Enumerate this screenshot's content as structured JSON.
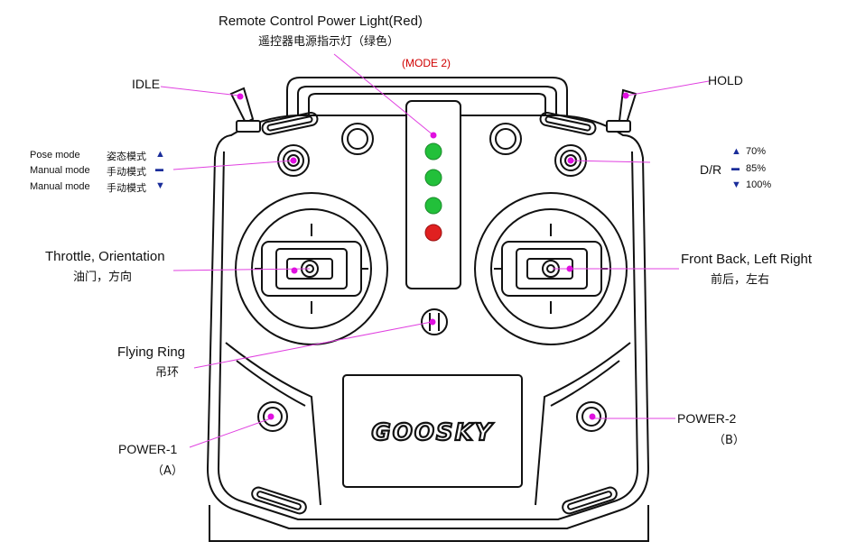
{
  "power_light": {
    "title": "Remote Control Power Light(Red)",
    "subtitle": "遥控器电源指示灯（绿色）",
    "mode": "(MODE 2)"
  },
  "idle": "IDLE",
  "hold": "HOLD",
  "mode_switch": {
    "rows": [
      {
        "en": "Pose mode",
        "zh": "姿态模式",
        "symbol": "▲"
      },
      {
        "en": "Manual mode",
        "zh": "手动模式",
        "symbol": "▬"
      },
      {
        "en": "Manual mode",
        "zh": "手动模式",
        "symbol": "▼"
      }
    ]
  },
  "dr": {
    "label": "D/R",
    "rows": [
      {
        "symbol": "▲",
        "value": "70%"
      },
      {
        "symbol": "▬",
        "value": "85%"
      },
      {
        "symbol": "▼",
        "value": "100%"
      }
    ]
  },
  "left_stick": {
    "en": "Throttle, Orientation",
    "zh": "油门，方向"
  },
  "right_stick": {
    "en": "Front Back, Left Right",
    "zh": "前后，左右"
  },
  "flying_ring": {
    "en": "Flying Ring",
    "zh": "吊环"
  },
  "power1": {
    "label": "POWER-1",
    "sub": "（A）"
  },
  "power2": {
    "label": "POWER-2",
    "sub": "（B）"
  },
  "brand": "GOOSKY",
  "colors": {
    "leader": "#e040e0",
    "marker": "#e010e0",
    "led_green": "#22c03a",
    "led_red": "#e02020",
    "outline": "#111111",
    "mode_red": "#d00000",
    "triangle_blue": "#1a2d9a"
  }
}
